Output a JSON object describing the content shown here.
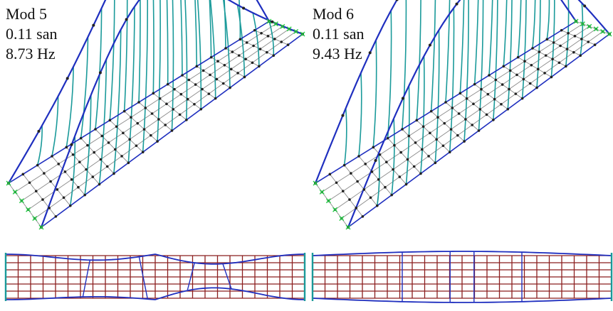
{
  "modes": [
    {
      "mode": "Mod 5",
      "period": "0.11 san",
      "frequency": "8.73 Hz",
      "shape": "antisymmetric"
    },
    {
      "mode": "Mod 6",
      "period": "0.11 san",
      "frequency": "9.43 Hz",
      "shape": "symmetric"
    }
  ],
  "colors": {
    "arch": "#1f2fbf",
    "hanger": "#1a9a9a",
    "strut": "#e02a2a",
    "deck_mesh": "#8a8a8a",
    "deck_plan": "#8b1e1e",
    "support": "#22cc44",
    "node": "#222222"
  }
}
